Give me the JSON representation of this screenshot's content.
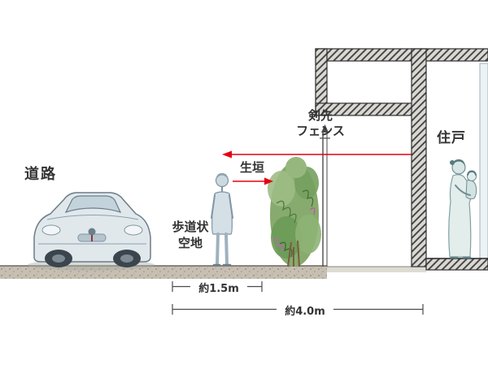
{
  "diagram": {
    "labels": {
      "road": "道路",
      "sidewalk_space": {
        "line1": "歩道状",
        "line2": "空地"
      },
      "hedge": "生垣",
      "spike_fence": {
        "line1": "剣先",
        "line2": "フェンス"
      },
      "dwelling": "住戸"
    },
    "dimensions": {
      "sidewalk_width": "約1.5m",
      "total_setback": "約4.0m"
    },
    "colors": {
      "arrow_red": "#e60012",
      "label_text": "#333333",
      "dimension_line": "#4b4b4b",
      "hedge_green": "#87ab6e",
      "sketch_blue_gray": "#c4d2db",
      "ground_speckle": "#c6bfb2"
    }
  }
}
